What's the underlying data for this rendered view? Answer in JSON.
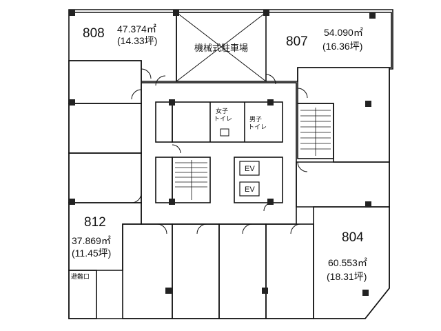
{
  "floorplan": {
    "units": {
      "u808": {
        "number": "808",
        "area_m2": "47.374㎡",
        "area_tsubo": "(14.33坪)"
      },
      "u807": {
        "number": "807",
        "area_m2": "54.090㎡",
        "area_tsubo": "(16.36坪)"
      },
      "u812": {
        "number": "812",
        "area_m2": "37.869㎡",
        "area_tsubo": "(11.45坪)"
      },
      "u804": {
        "number": "804",
        "area_m2": "60.553㎡",
        "area_tsubo": "(18.31坪)"
      }
    },
    "parking_label": "機械式駐車場",
    "womens_toilet": [
      "女子",
      "トイレ"
    ],
    "mens_toilet": [
      "男子",
      "トイレ"
    ],
    "elevator_label": "EV",
    "emergency_exit_label": "避難口",
    "colors": {
      "wall": "#111111",
      "pillar": "#222222",
      "background": "#ffffff"
    }
  }
}
